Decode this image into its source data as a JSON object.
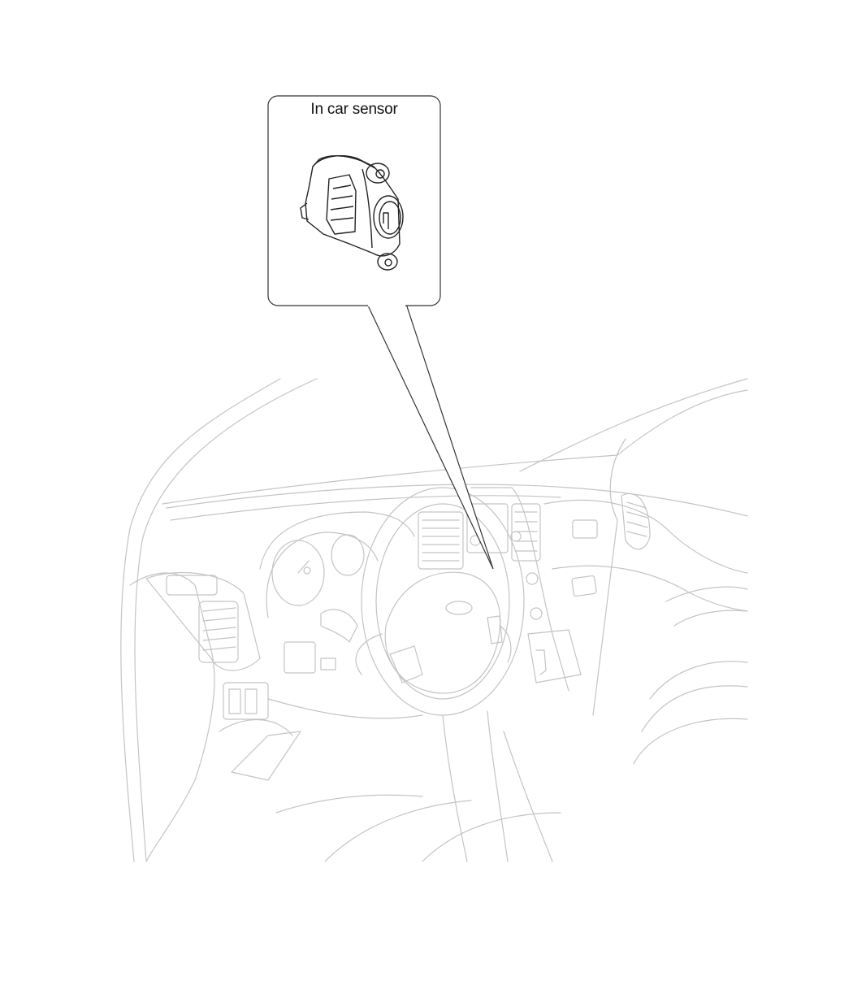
{
  "callout": {
    "label": "In car sensor"
  },
  "diagram": {
    "subject": "dashboard-interior",
    "component": "in-car-sensor"
  },
  "colors": {
    "interior_line": "#c4c4c4",
    "callout_line": "#333333",
    "sensor_line": "#222222"
  }
}
